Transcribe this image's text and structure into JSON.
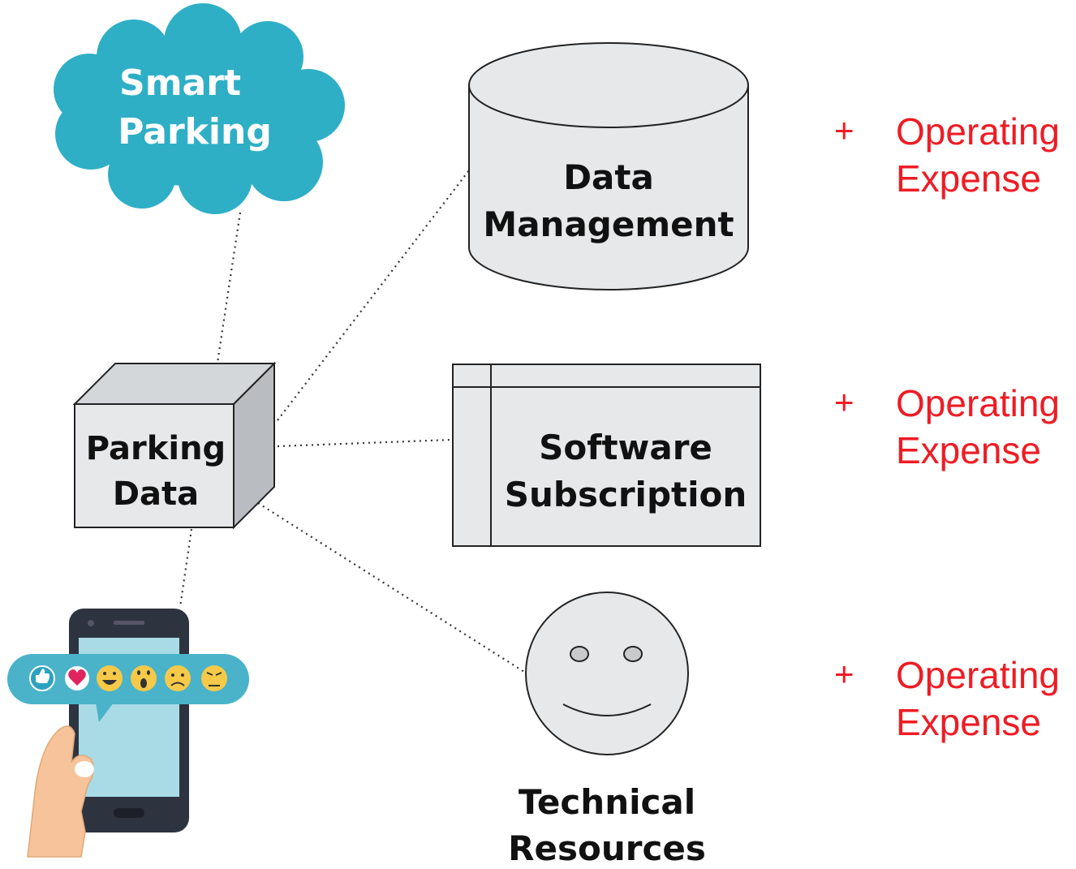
{
  "cloud": {
    "line1": "Smart",
    "line2": "Parking"
  },
  "cube": {
    "line1": "Parking",
    "line2": "Data"
  },
  "database": {
    "line1": "Data",
    "line2": "Management"
  },
  "software": {
    "line1": "Software",
    "line2": "Subscription"
  },
  "technical": {
    "line1": "Technical",
    "line2": "Resources"
  },
  "expenses": [
    {
      "plus": "+",
      "line1": "Operating",
      "line2": "Expense"
    },
    {
      "plus": "+",
      "line1": "Operating",
      "line2": "Expense"
    },
    {
      "plus": "+",
      "line1": "Operating",
      "line2": "Expense"
    }
  ],
  "colors": {
    "cloud": "#2eafc6",
    "shape_fill": "#e6e8ea",
    "cube_side": "#b9bdc1",
    "expense_red": "#ee1c24",
    "outline": "#222222"
  }
}
